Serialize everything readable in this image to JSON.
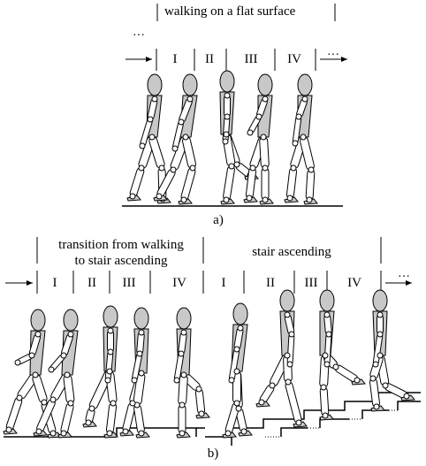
{
  "panel_a": {
    "title": "walking on a flat surface",
    "phases": [
      "I",
      "II",
      "III",
      "IV"
    ],
    "arrow_in": "→",
    "arrow_out": "→",
    "dots_left": "…",
    "dots_right": "…",
    "caption": "a)"
  },
  "panel_b": {
    "title_transition_line1": "transition from walking",
    "title_transition_line2": "to stair ascending",
    "title_stairs": "stair ascending",
    "phases_transition": [
      "I",
      "II",
      "III",
      "IV"
    ],
    "phases_stairs": [
      "I",
      "II",
      "III",
      "IV"
    ],
    "arrow_in": "→",
    "arrow_out": "→",
    "dots_right": "…",
    "caption": "b)"
  }
}
